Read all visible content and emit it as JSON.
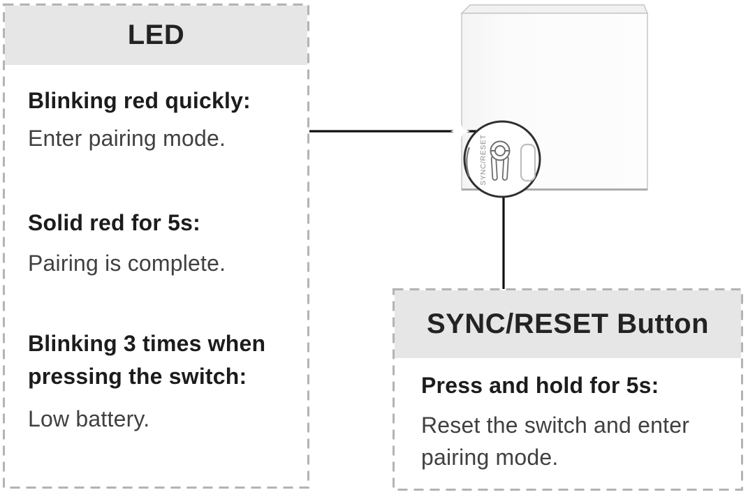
{
  "led_panel": {
    "title": "LED",
    "items": [
      {
        "label": "Blinking red quickly:",
        "description": "Enter pairing mode."
      },
      {
        "label": "Solid red for 5s:",
        "description": "Pairing is complete."
      },
      {
        "label": "Blinking 3 times when pressing the switch:",
        "description": "Low battery."
      }
    ]
  },
  "sync_panel": {
    "title": "SYNC/RESET Button",
    "items": [
      {
        "label": "Press and hold for 5s:",
        "description": "Reset the switch and enter pairing mode."
      }
    ]
  },
  "device": {
    "button_label": "SYNC/RESET"
  },
  "colors": {
    "header_bg": "#e6e6e6",
    "dashed_border": "#b3b3b3",
    "label_text": "#1c1c1c",
    "description_text": "#404040",
    "connector_line": "#111111",
    "device_edge": "#c6c6c6",
    "device_bottom_edge": "#ababab",
    "callout_ring": "#2f2f2f",
    "icon_stroke": "#6e6e6e",
    "vertical_label_text": "#8f8f8f"
  }
}
